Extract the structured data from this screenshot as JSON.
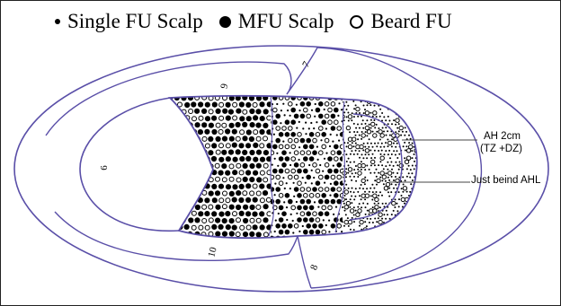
{
  "legend": {
    "single_fu": "Single FU Scalp",
    "mfu": "MFU Scalp",
    "beard_fu": "Beard FU"
  },
  "annotations": {
    "ah_line1": "AH 2cm",
    "ah_line2": "(TZ +DZ)",
    "behind_ahl": "Just beind AHL"
  },
  "zone_labels": {
    "z6": "6",
    "z7": "7",
    "z8": "8",
    "z9": "9",
    "z10": "10"
  },
  "colors": {
    "outline": "#5a4fa8",
    "border": "#222222",
    "graft": "#000000"
  }
}
